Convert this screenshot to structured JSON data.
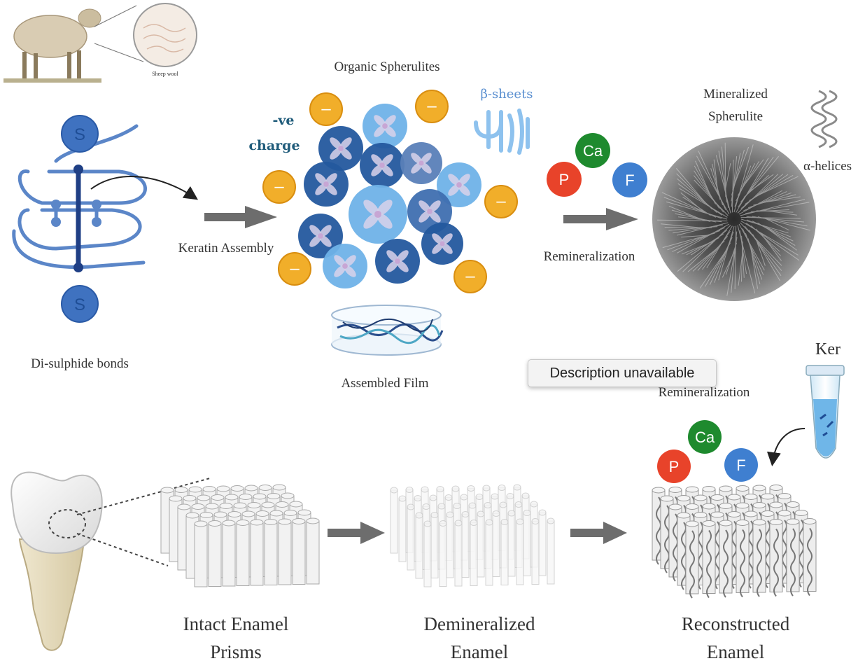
{
  "labels": {
    "sheep_caption": "Sheep wool",
    "organic_spherulites": "Organic Spherulites",
    "beta_sheets": "β-sheets",
    "neg_charge_line1": "-ve",
    "neg_charge_line2": "charge",
    "mineralized_line1": "Mineralized",
    "mineralized_line2": "Spherulite",
    "alpha_helices": "α-helices",
    "keratin_assembly": "Keratin Assembly",
    "remineralization_top": "Remineralization",
    "disulphide_bonds": "Di-sulphide bonds",
    "assembled_film": "Assembled Film",
    "ker": "Ker",
    "remineralization_bottom": "Remineralization",
    "intact_line1": "Intact Enamel",
    "intact_line2": "Prisms",
    "demin_line1": "Demineralized",
    "demin_line2": "Enamel",
    "recon_line1": "Reconstructed",
    "recon_line2": "Enamel"
  },
  "ions": {
    "sulfur": "S",
    "phosphorus": "P",
    "calcium": "Ca",
    "fluorine": "F",
    "negative": "–"
  },
  "tooltip": "Description unavailable",
  "colors": {
    "sulfur": "#3f72c0",
    "phosphorus": "#e8432a",
    "calcium": "#1e8a2e",
    "fluorine": "#3f7fd0",
    "negative_charge": "#f1ae2a",
    "keratin_strand": "#5b86c8",
    "dark_spherulite": "#24589e",
    "light_spherulite": "#6fb2e8",
    "arrow": "#6d6d6d"
  }
}
